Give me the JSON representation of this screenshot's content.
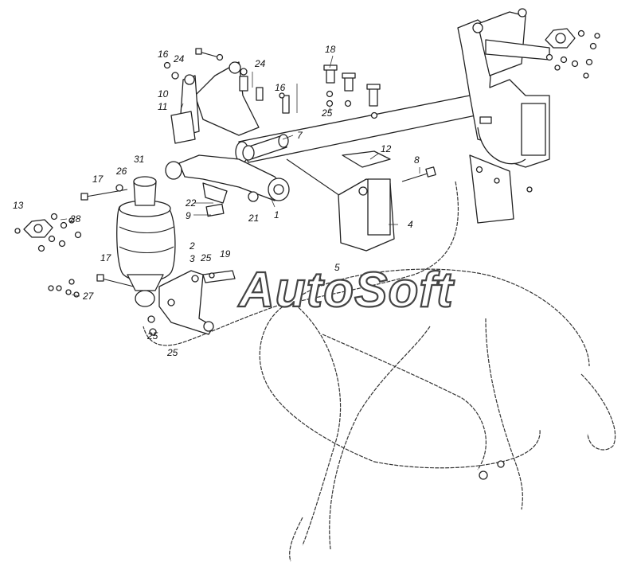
{
  "watermark": "AutoSoft",
  "callouts": [
    {
      "id": "c1",
      "text": "1"
    },
    {
      "id": "c2",
      "text": "2"
    },
    {
      "id": "c3",
      "text": "3"
    },
    {
      "id": "c4",
      "text": "4"
    },
    {
      "id": "c5",
      "text": "5"
    },
    {
      "id": "c7",
      "text": "7"
    },
    {
      "id": "c8",
      "text": "8"
    },
    {
      "id": "c9",
      "text": "9"
    },
    {
      "id": "c10",
      "text": "10"
    },
    {
      "id": "c11",
      "text": "11"
    },
    {
      "id": "c12",
      "text": "12"
    },
    {
      "id": "c13",
      "text": "13"
    },
    {
      "id": "c16a",
      "text": "16"
    },
    {
      "id": "c16b",
      "text": "16"
    },
    {
      "id": "c17a",
      "text": "17"
    },
    {
      "id": "c17b",
      "text": "17"
    },
    {
      "id": "c18",
      "text": "18"
    },
    {
      "id": "c19",
      "text": "19"
    },
    {
      "id": "c21",
      "text": "21"
    },
    {
      "id": "c22",
      "text": "22"
    },
    {
      "id": "c24a",
      "text": "24"
    },
    {
      "id": "c24b",
      "text": "24"
    },
    {
      "id": "c25a",
      "text": "25"
    },
    {
      "id": "c25b",
      "text": "25"
    },
    {
      "id": "c25c",
      "text": "25"
    },
    {
      "id": "c25d",
      "text": "25"
    },
    {
      "id": "c26",
      "text": "26"
    },
    {
      "id": "c27",
      "text": "27"
    },
    {
      "id": "c28",
      "text": "28"
    },
    {
      "id": "c31",
      "text": "31"
    }
  ]
}
